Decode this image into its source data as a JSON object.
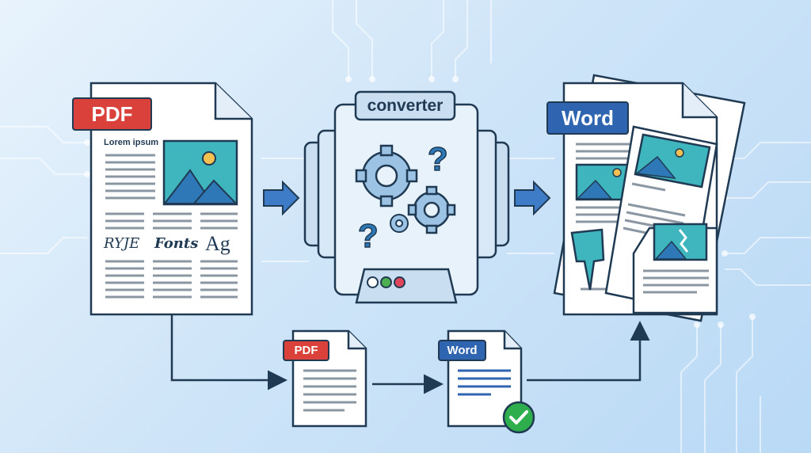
{
  "source_doc": {
    "badge": "PDF",
    "heading": "Lorem ipsum",
    "font_samples": [
      "RYJE",
      "Fonts",
      "Ag"
    ]
  },
  "converter": {
    "label": "converter",
    "lights": [
      "#ffffff",
      "#4caf50",
      "#e0455a"
    ]
  },
  "output_doc": {
    "badge": "Word"
  },
  "bottom_flow": {
    "pdf_badge": "PDF",
    "word_badge": "Word",
    "check_icon": "check-circle-icon"
  },
  "colors": {
    "pdf_red": "#d9413a",
    "word_blue": "#2f64b0",
    "outline": "#1f3a52",
    "teal": "#3aa7b4",
    "arrow_blue": "#3f7cc7",
    "success_green": "#2fae4e"
  }
}
